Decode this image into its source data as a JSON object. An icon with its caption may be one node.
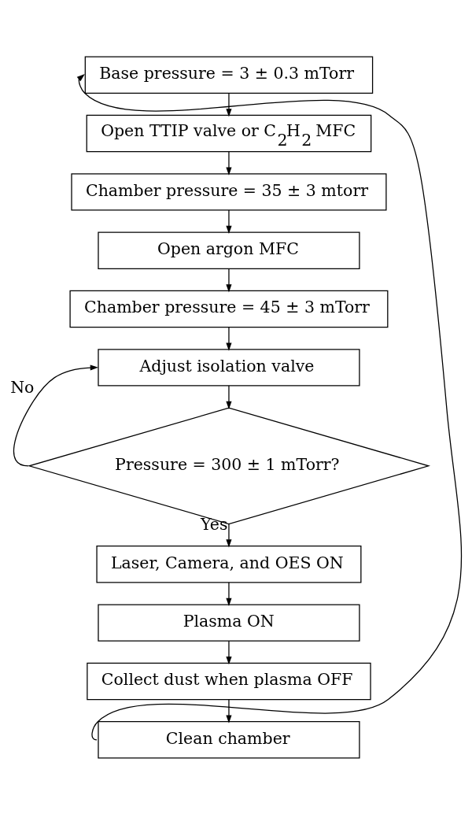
{
  "diagram": {
    "nodes": [
      {
        "text": [
          "Base pressure = 3 ± 0.3 mTorr"
        ]
      },
      {
        "text": [
          "Open TTIP valve or C$_{2}$H$_{2}$ MFC"
        ]
      },
      {
        "text": [
          "Chamber pressure = 35 ± 3 mtorr"
        ]
      },
      {
        "text": [
          "Open argon MFC"
        ]
      },
      {
        "text": [
          "Chamber pressure = 45 ± 3 mTorr"
        ]
      },
      {
        "text": [
          "Adjust isolation valve"
        ]
      },
      {
        "text": [
          "Pressure = 300 ± 1 mTorr?"
        ]
      },
      {
        "text": [
          "Laser, Camera, and OES ON"
        ]
      },
      {
        "text": [
          "Plasma ON"
        ]
      },
      {
        "text": [
          "Collect dust when plasma OFF"
        ]
      },
      {
        "text": [
          "Clean chamber"
        ]
      }
    ],
    "edges": [
      {
        "from": 0,
        "to": 1,
        "arrow": "to"
      },
      {
        "from": 1,
        "to": 2,
        "arrow": "to"
      },
      {
        "from": 2,
        "to": 3,
        "arrow": "to"
      },
      {
        "from": 3,
        "to": 4,
        "arrow": "to"
      },
      {
        "from": 4,
        "to": 5,
        "arrow": "to"
      },
      {
        "from": 5,
        "to": 6,
        "arrow": "to"
      },
      {
        "from": 6,
        "to": 5,
        "arrow": "to",
        "label": "No"
      },
      {
        "from": 6,
        "to": 7,
        "arrow": "to",
        "label": "Yes"
      },
      {
        "from": 7,
        "to": 8,
        "arrow": "to"
      },
      {
        "from": 8,
        "to": 9,
        "arrow": "to"
      },
      {
        "from": 9,
        "to": 10,
        "arrow": "to"
      },
      {
        "from": 10,
        "to": 0,
        "arrow": "to"
      }
    ]
  }
}
